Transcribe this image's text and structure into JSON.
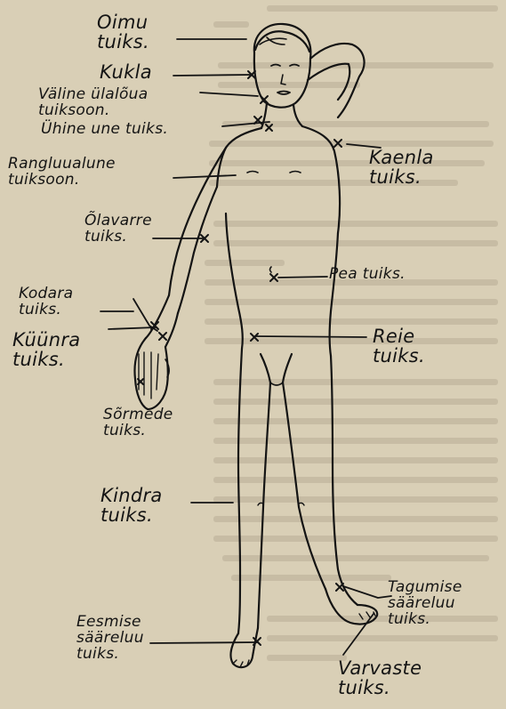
{
  "colors": {
    "paper": "#d9cfb6",
    "ink": "#141414",
    "bleed_text": "#b8ad95"
  },
  "labels": {
    "oimu": "Oimu\ntuiks.",
    "kukla": "Kukla",
    "valine_ulaloua": "Väline ülalõua\ntuiksoon.",
    "uhine_une": "Ühine une tuiks.",
    "rangluualune": "Rangluualune\ntuiksoon.",
    "olavarre": "Õlavarre\ntuiks.",
    "kodara": "Kodara\ntuiks.",
    "kuunra": "Küünra\ntuiks.",
    "sormede": "Sõrmede\ntuiks.",
    "kindra": "Kindra\ntuiks.",
    "eesmise_saareluu": "Eesmise\nsääreluu\ntuiks.",
    "kaenla": "Kaenla\ntuiks.",
    "pea": "Pea tuiks.",
    "reie": "Reie\ntuiks.",
    "tagumise_saareluu": "Tagumise\nsääreluu\ntuiks.",
    "varvaste": "Varvaste\ntuiks."
  }
}
